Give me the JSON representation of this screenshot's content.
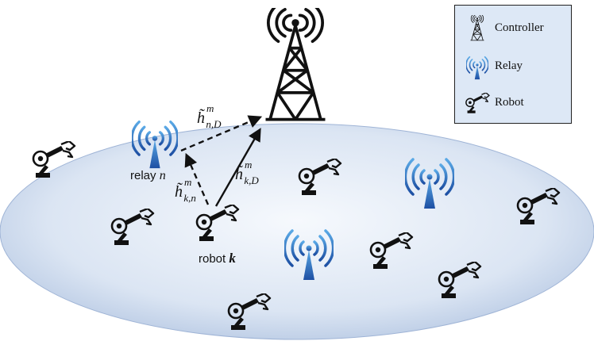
{
  "legend": {
    "controller_label": "Controller",
    "relay_label": "Relay",
    "robot_label": "Robot"
  },
  "labels": {
    "relay_prefix": "relay ",
    "relay_var": "n",
    "robot_prefix": "robot ",
    "robot_var": "k"
  },
  "channels": {
    "h_nD": {
      "base": "h̃",
      "sup": "m",
      "sub": "n,D"
    },
    "h_kD": {
      "base": "h̃",
      "sup": "m",
      "sub": "k,D"
    },
    "h_kn": {
      "base": "h̃",
      "sup": "m",
      "sub": "k,n"
    }
  },
  "icons": {
    "controller": "tower-icon",
    "relay": "relay-icon",
    "robot": "robot-arm-icon"
  },
  "colors": {
    "ground_center": "#f4f7fc",
    "ground_edge": "#b6c8e3",
    "relay_light": "#5aa9e6",
    "relay_dark": "#1d4fa3",
    "legend_bg": "#dde8f6"
  }
}
